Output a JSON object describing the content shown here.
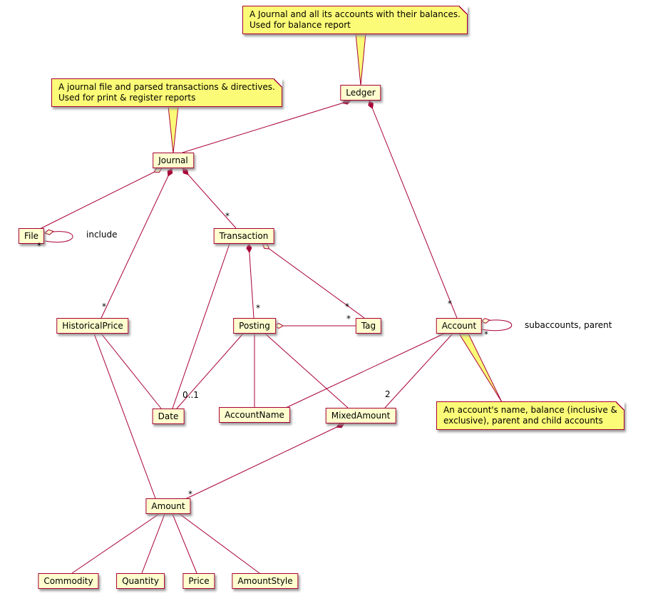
{
  "classes": [
    {
      "id": "ledger",
      "label": "Ledger"
    },
    {
      "id": "journal",
      "label": "Journal"
    },
    {
      "id": "file",
      "label": "File"
    },
    {
      "id": "transaction",
      "label": "Transaction"
    },
    {
      "id": "historical-price",
      "label": "HistoricalPrice"
    },
    {
      "id": "posting",
      "label": "Posting"
    },
    {
      "id": "tag",
      "label": "Tag"
    },
    {
      "id": "account",
      "label": "Account"
    },
    {
      "id": "date",
      "label": "Date"
    },
    {
      "id": "account-name",
      "label": "AccountName"
    },
    {
      "id": "mixed-amount",
      "label": "MixedAmount"
    },
    {
      "id": "amount",
      "label": "Amount"
    },
    {
      "id": "commodity",
      "label": "Commodity"
    },
    {
      "id": "quantity",
      "label": "Quantity"
    },
    {
      "id": "price",
      "label": "Price"
    },
    {
      "id": "amount-style",
      "label": "AmountStyle"
    }
  ],
  "notes": [
    {
      "lines": [
        "A Journal and all its accounts with their balances.",
        "Used for balance report"
      ]
    },
    {
      "lines": [
        "A journal file and parsed transactions & directives.",
        "Used for print & register reports"
      ]
    },
    {
      "lines": [
        "An account's name, balance (inclusive &",
        "exclusive), parent and child accounts"
      ]
    }
  ],
  "edge_labels": {
    "many": "*",
    "zero_or_one": "0..1",
    "two": "2",
    "include": "include",
    "subaccounts_parent": "subaccounts, parent"
  },
  "colors": {
    "edge": "#A80036",
    "class_background": "#FEFECE",
    "class_border": "#A80036",
    "note_background": "#FBFB77",
    "note_border": "#A80036",
    "page_background": "#FFFFFF"
  }
}
